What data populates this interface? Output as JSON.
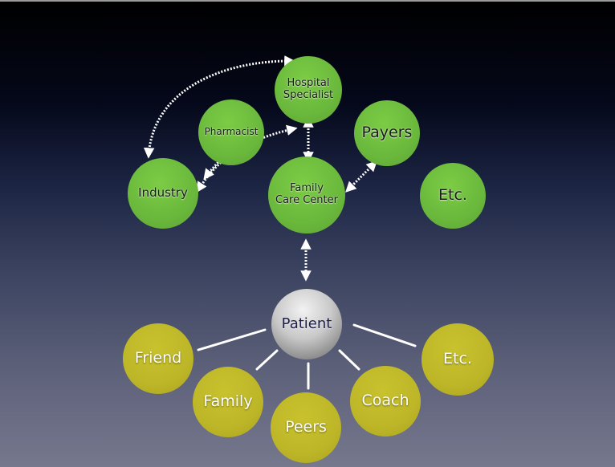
{
  "diagram": {
    "care_nodes": {
      "hospital_specialist": "Hospital\nSpecialist",
      "pharmacist": "Pharmacist",
      "payers": "Payers",
      "industry": "Industry",
      "family_care_center": "Family\nCare Center",
      "etc_top": "Etc."
    },
    "patient": "Patient",
    "support_nodes": {
      "friend": "Friend",
      "family": "Family",
      "peers": "Peers",
      "coach": "Coach",
      "etc_bottom": "Etc."
    }
  },
  "colors": {
    "care_node": "#6ab83c",
    "support_node": "#bdb628",
    "patient_node": "#c9c9c9",
    "connector": "#ffffff"
  }
}
